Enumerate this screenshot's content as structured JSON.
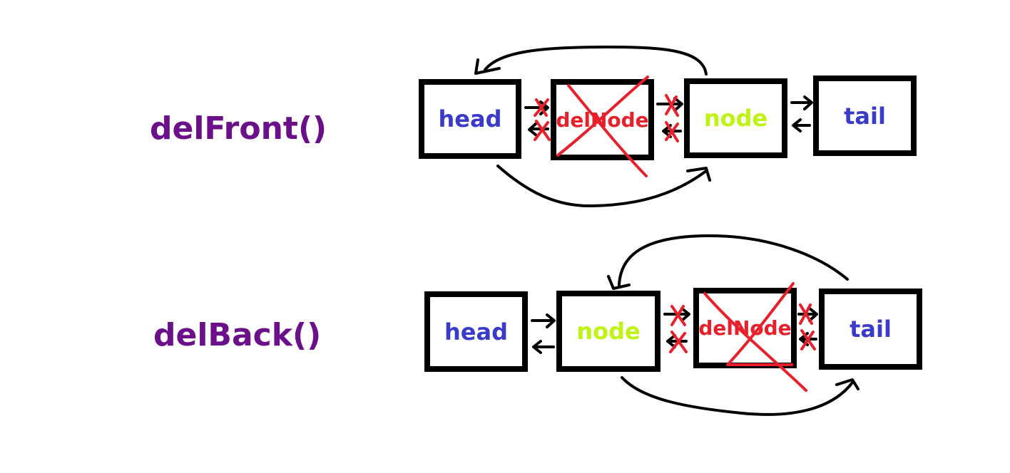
{
  "front": {
    "title": "delFront()",
    "nodes": {
      "head": "head",
      "del": "delNode",
      "node": "node",
      "tail": "tail"
    }
  },
  "back": {
    "title": "delBack()",
    "nodes": {
      "head": "head",
      "node": "node",
      "del": "delNode",
      "tail": "tail"
    }
  },
  "colors": {
    "title": "#6b0f8a",
    "blue": "#3b3bc9",
    "lime": "#bef312",
    "red": "#e8202b"
  }
}
